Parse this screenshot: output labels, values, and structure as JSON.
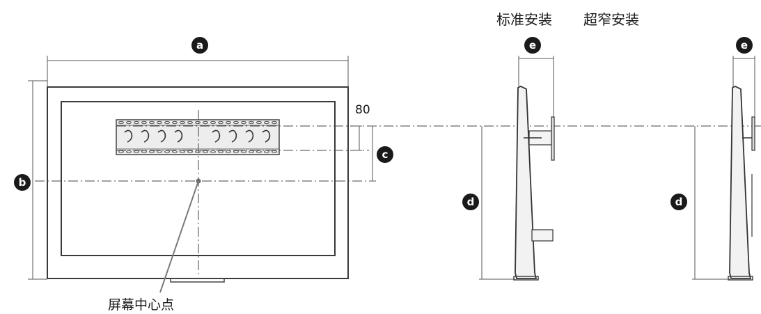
{
  "header": {
    "standard_install": "标准安装",
    "ultra_slim_install": "超窄安装"
  },
  "front_view": {
    "label_a": "a",
    "label_b": "b",
    "label_c": "c",
    "dim_80": "80",
    "screen_center": "屏幕中心点"
  },
  "side_standard": {
    "label_e": "e",
    "label_d": "d"
  },
  "side_slim": {
    "label_e": "e",
    "label_d": "d"
  },
  "colors": {
    "line": "#444444",
    "badge": "#1a1a1a",
    "background": "#ffffff"
  }
}
